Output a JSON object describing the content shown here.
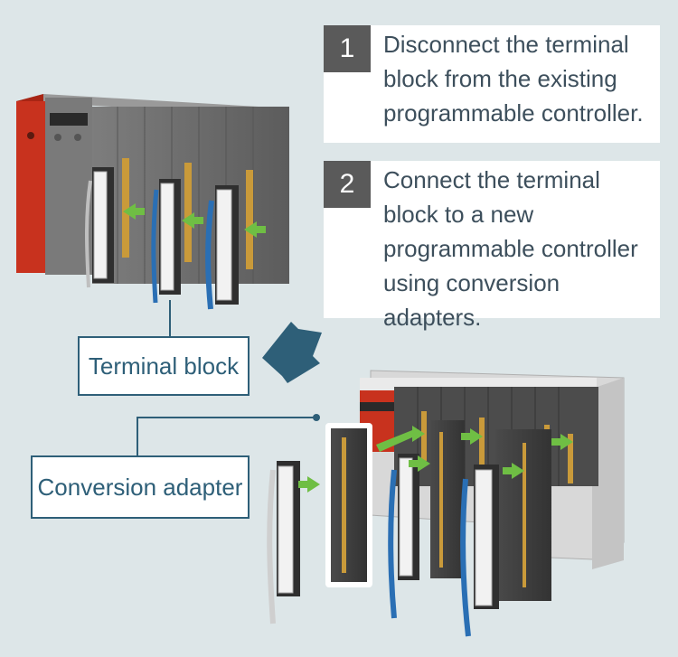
{
  "steps": [
    {
      "number": "1",
      "text": "Disconnect the terminal block from the existing programmable controller."
    },
    {
      "number": "2",
      "text": "Connect the terminal block to a new programmable controller using conversion adapters."
    }
  ],
  "callouts": {
    "terminal_block": "Terminal block",
    "conversion_adapter": "Conversion adapter"
  },
  "colors": {
    "background": "#dde6e8",
    "accent_blue": "#2e5f78",
    "plc_red": "#c8321e",
    "arrow_green": "#6fbe44",
    "step_number_bg": "#5a5a5a"
  }
}
